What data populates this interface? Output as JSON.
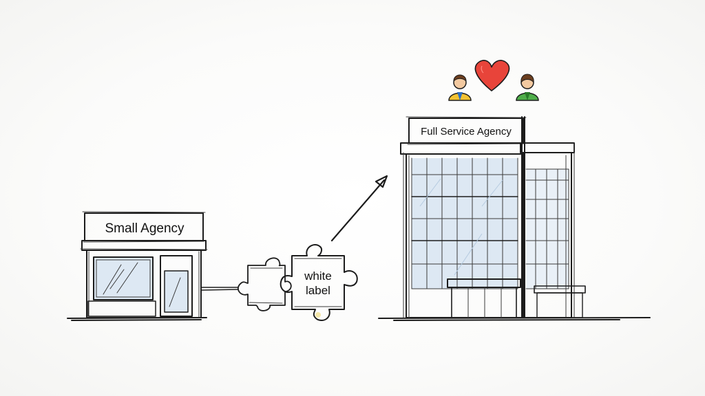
{
  "small_agency": {
    "sign_label": "Small Agency"
  },
  "connector": {
    "puzzle_label_line1": "white",
    "puzzle_label_line2": "label"
  },
  "full_service_agency": {
    "sign_label": "Full Service Agency"
  },
  "relationship": {
    "icons": [
      "person-icon",
      "heart-icon",
      "person-icon"
    ],
    "colors": {
      "heart": "#e8443a",
      "person_left_shirt": "#f2c232",
      "person_right_shirt": "#4fae4a",
      "person_skin": "#f3c9a0",
      "person_hair": "#6b3e1f"
    }
  },
  "colors": {
    "ink": "#1c1c1c",
    "glass": "#dde8f3",
    "background": "#fbfbfa"
  }
}
